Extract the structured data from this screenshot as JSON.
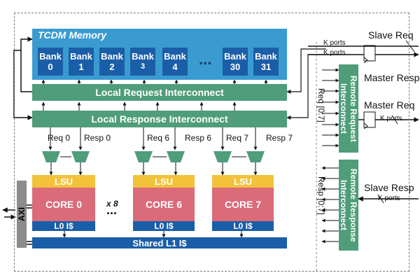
{
  "tcdm": {
    "title": "TCDM Memory",
    "banks": [
      {
        "word": "Bank",
        "num": "0"
      },
      {
        "word": "Bank",
        "num": "1"
      },
      {
        "word": "Bank",
        "num": "2"
      },
      {
        "word": "Bank",
        "num": "3"
      },
      {
        "word": "Bank",
        "num": "4"
      },
      {
        "word": "Bank",
        "num": "30"
      },
      {
        "word": "Bank",
        "num": "31"
      }
    ],
    "ellipsis": "..."
  },
  "interconnects": {
    "local_request": "Local Request Interconnect",
    "local_response": "Local Response Interconnect",
    "remote_request": "Remote Request Interconnect",
    "remote_response": "Remote Response Interconnect"
  },
  "ports": {
    "req0": "Req 0",
    "resp0": "Resp 0",
    "req6": "Req 6",
    "resp6": "Resp 6",
    "req7": "Req 7",
    "resp7": "Resp 7",
    "req_range": "Req [0:7]",
    "resp_range": "Resp [0:7]"
  },
  "cores": [
    {
      "lsu": "LSU",
      "core": "CORE 0",
      "l0": "L0 I$"
    },
    {
      "lsu": "LSU",
      "core": "CORE 6",
      "l0": "L0 I$"
    },
    {
      "lsu": "LSU",
      "core": "CORE 7",
      "l0": "L0 I$"
    }
  ],
  "multiplier": "x 8",
  "core_ellipsis": "...",
  "shared_l1": "Shared L1 I$",
  "axi": "AXI",
  "external": {
    "slave_req": "Slave Req",
    "master_resp": "Master Resp",
    "master_req": "Master Req",
    "slave_resp": "Slave Resp",
    "k_ports": "K ports"
  }
}
